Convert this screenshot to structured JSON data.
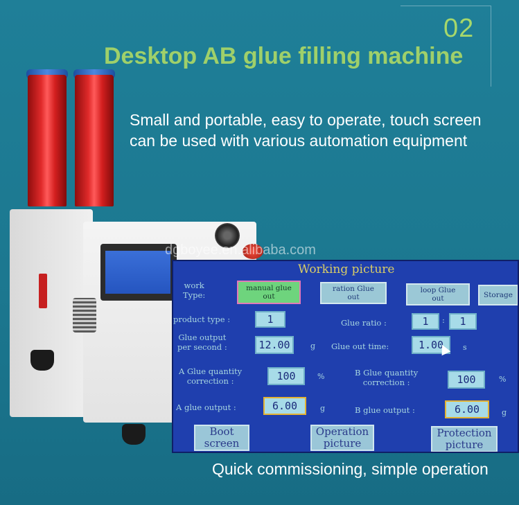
{
  "header": {
    "number": "02",
    "title": "Desktop AB glue filling machine",
    "subtitle_line1": "Small and portable, easy to operate, touch screen",
    "subtitle_line2": "can be used with various automation equipment",
    "watermark": "dgboyee.en.alibaba.com"
  },
  "footer": {
    "text": "Quick commissioning, simple operation"
  },
  "colors": {
    "accent_green": "#9fd06a",
    "background": "#1f7f98",
    "hmi_bg": "#1f3fae",
    "hmi_title": "#d9cd66"
  },
  "hmi": {
    "title": "Working picture",
    "work_type_label_1": "work",
    "work_type_label_2": "Type:",
    "work_types": [
      {
        "line1": "manual glue",
        "line2": "out",
        "active": true
      },
      {
        "line1": "ration Glue",
        "line2": "out",
        "active": false
      },
      {
        "line1": "loop Glue",
        "line2": "out",
        "active": false
      }
    ],
    "storage_label": "Storage",
    "product_type_label": "product type :",
    "product_type_value": "1",
    "glue_ratio_label": "Glue ratio :",
    "glue_ratio_a": "1",
    "glue_ratio_sep": ":",
    "glue_ratio_b": "1",
    "glue_output_label_1": "Glue output",
    "glue_output_label_2": "per second :",
    "glue_output_value": "12.00",
    "glue_output_unit": "g",
    "glue_out_time_label": "Glue out time:",
    "glue_out_time_value": "1.00",
    "glue_out_time_unit": "s",
    "a_correction_label_1": "A Glue quantity",
    "a_correction_label_2": "correction :",
    "a_correction_value": "100",
    "a_correction_unit": "%",
    "b_correction_label_1": "B Glue quantity",
    "b_correction_label_2": "correction :",
    "b_correction_value": "100",
    "b_correction_unit": "%",
    "a_output_label": "A glue output :",
    "a_output_value": "6.00",
    "a_output_unit": "g",
    "b_output_label": "B glue output :",
    "b_output_value": "6.00",
    "b_output_unit": "g",
    "buttons": [
      {
        "line1": "Boot",
        "line2": "screen"
      },
      {
        "line1": "Operation",
        "line2": "picture"
      },
      {
        "line1": "Protection",
        "line2": "picture"
      }
    ]
  }
}
